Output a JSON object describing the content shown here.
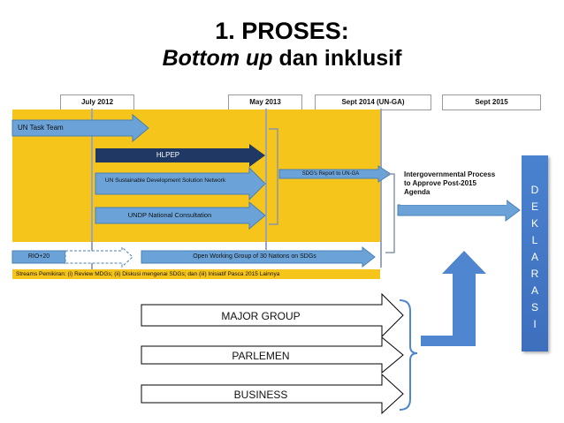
{
  "title": {
    "line1": "1.   PROSES:",
    "line2_italic": "Bottom up",
    "line2_rest": " dan inklusif"
  },
  "timeline": [
    "July 2012",
    "May 2013",
    "Sept 2014 (UN-GA)",
    "Sept 2015"
  ],
  "arrows": {
    "un_task_team": "UN Task Team",
    "hlpep": "HLPEP",
    "unsdsn": "UN Sustainable Development Solution Network",
    "undp": "UNDP National Consultation",
    "sdg_report": "SDG's Report to UN-GA",
    "rio": "RIO+20",
    "owg": "Open Working Group of 30 Nations on SDGs"
  },
  "intergov": "Intergovernmental Process to Approve Post-2015 Agenda",
  "streams": "Streams Pemikiran: (i) Review MDGs; (ii) Diskusi mengenai SDGs; dan (iii) Inisiatif Pasca 2015 Lainnya",
  "deklarasi": [
    "D",
    "E",
    "K",
    "L",
    "A",
    "R",
    "A",
    "S",
    "I"
  ],
  "groups": [
    "MAJOR GROUP",
    "PARLEMEN",
    "BUSINESS"
  ],
  "colors": {
    "yellow": "#f6c51c",
    "light_blue": "#5b9bd5",
    "dark_blue": "#1f3864",
    "deklarasi_blue": "#4a82cf"
  }
}
